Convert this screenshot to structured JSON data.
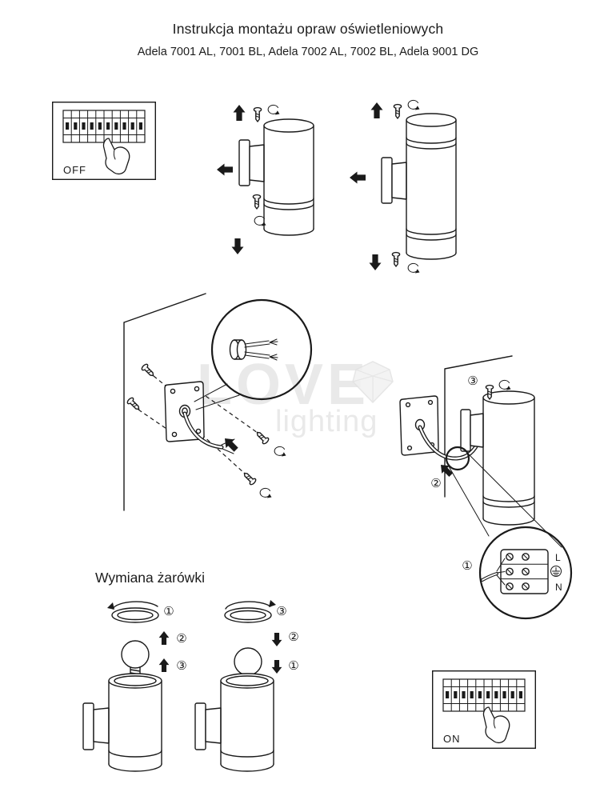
{
  "header": {
    "title": "Instrukcja montażu opraw oświetleniowych",
    "subtitle": "Adela 7001 AL, 7001 BL, Adela 7002 AL, 7002 BL, Adela 9001 DG"
  },
  "breaker_off": {
    "label": "OFF"
  },
  "breaker_on": {
    "label": "ON"
  },
  "bulb_replacement": {
    "title": "Wymiana żarówki"
  },
  "steps": {
    "s1": "①",
    "s2": "②",
    "s3": "③"
  },
  "terminals": {
    "live": "L",
    "ground": "⏚",
    "neutral": "N"
  },
  "watermark": {
    "word": "LOVE",
    "word2": "lighting"
  },
  "colors": {
    "line": "#1a1a1a",
    "watermark": "#e6e6e6"
  }
}
